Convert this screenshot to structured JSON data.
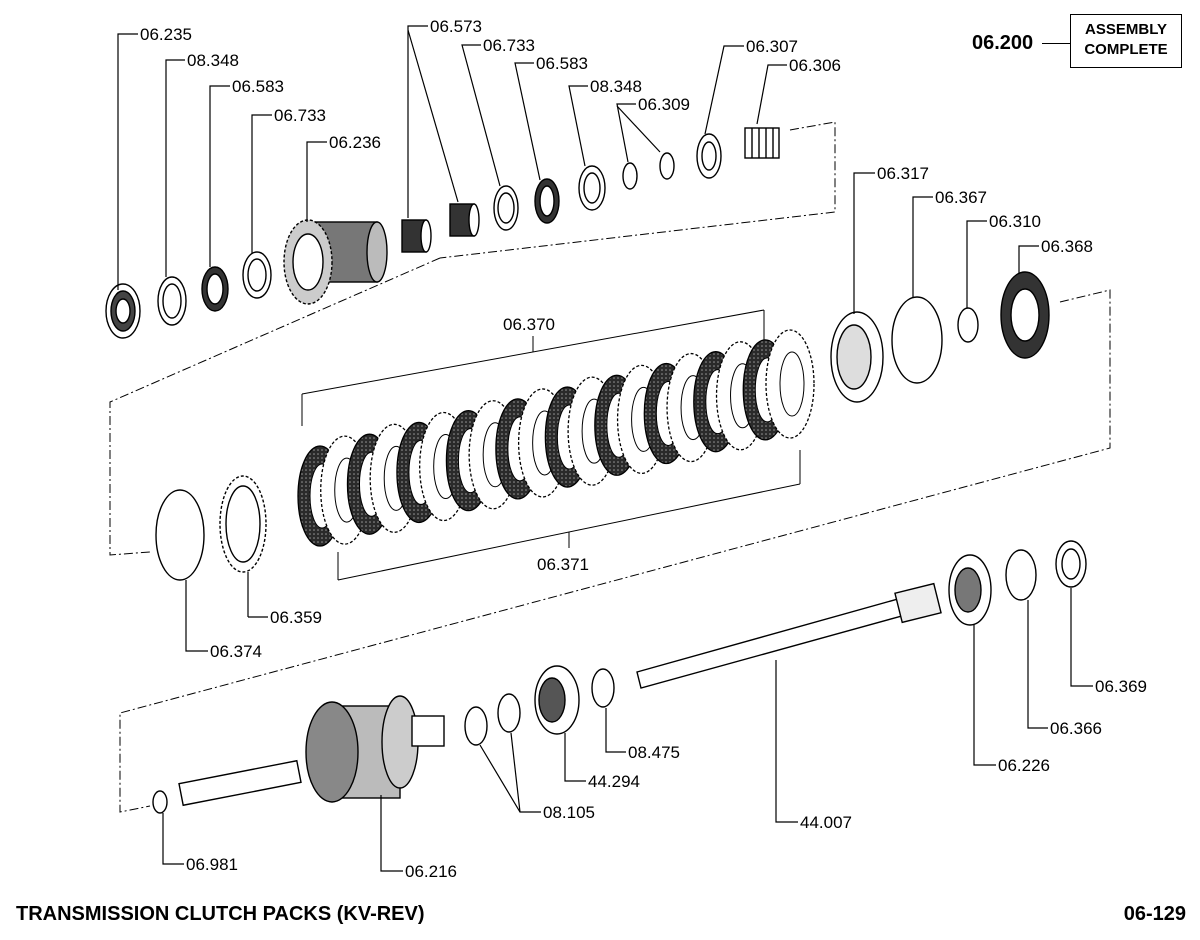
{
  "title": "TRANSMISSION CLUTCH PACKS (KV-REV)",
  "page_number": "06-129",
  "assembly": {
    "number": "06.200",
    "line1": "ASSEMBLY",
    "line2": "COMPLETE"
  },
  "parts": [
    {
      "key": "p06235",
      "text": "06.235"
    },
    {
      "key": "p08348a",
      "text": "08.348"
    },
    {
      "key": "p06583a",
      "text": "06.583"
    },
    {
      "key": "p06733a",
      "text": "06.733"
    },
    {
      "key": "p06236",
      "text": "06.236"
    },
    {
      "key": "p06573",
      "text": "06.573"
    },
    {
      "key": "p06733b",
      "text": "06.733"
    },
    {
      "key": "p06583b",
      "text": "06.583"
    },
    {
      "key": "p08348b",
      "text": "08.348"
    },
    {
      "key": "p06309",
      "text": "06.309"
    },
    {
      "key": "p06307",
      "text": "06.307"
    },
    {
      "key": "p06306",
      "text": "06.306"
    },
    {
      "key": "p06317",
      "text": "06.317"
    },
    {
      "key": "p06367",
      "text": "06.367"
    },
    {
      "key": "p06310",
      "text": "06.310"
    },
    {
      "key": "p06368",
      "text": "06.368"
    },
    {
      "key": "p06370",
      "text": "06.370"
    },
    {
      "key": "p06371",
      "text": "06.371"
    },
    {
      "key": "p06359",
      "text": "06.359"
    },
    {
      "key": "p06374",
      "text": "06.374"
    },
    {
      "key": "p06369",
      "text": "06.369"
    },
    {
      "key": "p06366",
      "text": "06.366"
    },
    {
      "key": "p06226",
      "text": "06.226"
    },
    {
      "key": "p44007",
      "text": "44.007"
    },
    {
      "key": "p08475",
      "text": "08.475"
    },
    {
      "key": "p44294",
      "text": "44.294"
    },
    {
      "key": "p08105",
      "text": "08.105"
    },
    {
      "key": "p06216",
      "text": "06.216"
    },
    {
      "key": "p06981",
      "text": "06.981"
    }
  ]
}
